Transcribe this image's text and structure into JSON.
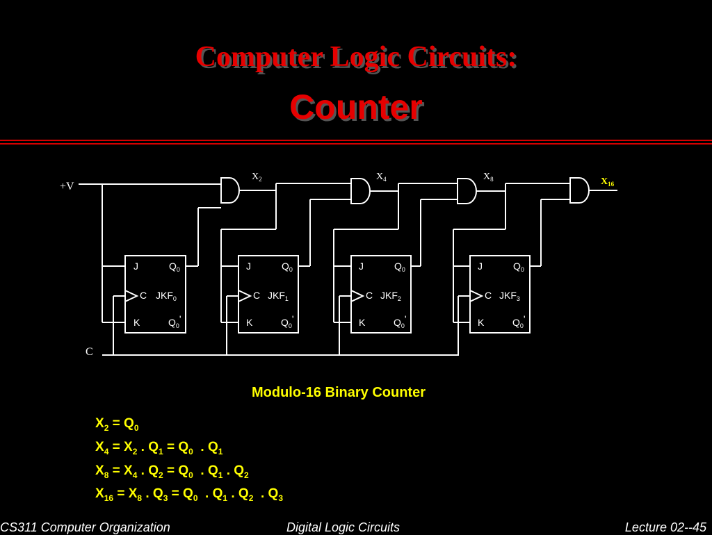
{
  "title_line1": "Computer Logic Circuits:",
  "title_line2": "Counter",
  "labels": {
    "plus_v": "+V",
    "clock": "C",
    "x2_main": "X",
    "x2_sub": "2",
    "x4_main": "X",
    "x4_sub": "4",
    "x8_main": "X",
    "x8_sub": "8",
    "x16_main": "X",
    "x16_sub": "16"
  },
  "flipflops": [
    {
      "j": "J",
      "q": "Q",
      "q_sub": "0",
      "c": "C",
      "name": "JKF",
      "name_sub": "0",
      "k": "K",
      "qn": "Q",
      "qn_sub": "0",
      "qn_mark": "'"
    },
    {
      "j": "J",
      "q": "Q",
      "q_sub": "0",
      "c": "C",
      "name": "JKF",
      "name_sub": "1",
      "k": "K",
      "qn": "Q",
      "qn_sub": "0",
      "qn_mark": "'"
    },
    {
      "j": "J",
      "q": "Q",
      "q_sub": "0",
      "c": "C",
      "name": "JKF",
      "name_sub": "2",
      "k": "K",
      "qn": "Q",
      "qn_sub": "0",
      "qn_mark": "'"
    },
    {
      "j": "J",
      "q": "Q",
      "q_sub": "0",
      "c": "C",
      "name": "JKF",
      "name_sub": "3",
      "k": "K",
      "qn": "Q",
      "qn_sub": "0",
      "qn_mark": "'"
    }
  ],
  "caption": "Modulo-16 Binary Counter",
  "equations": [
    [
      [
        "X",
        ""
      ],
      [
        "2",
        "sub"
      ],
      [
        " = Q",
        ""
      ],
      [
        "0",
        "sub"
      ]
    ],
    [
      [
        "X",
        ""
      ],
      [
        "4",
        "sub"
      ],
      [
        " = X",
        ""
      ],
      [
        "2",
        "sub"
      ],
      [
        " . Q",
        ""
      ],
      [
        "1",
        "sub"
      ],
      [
        " = Q",
        ""
      ],
      [
        "0",
        "sub"
      ],
      [
        "  . Q",
        ""
      ],
      [
        "1",
        "sub"
      ]
    ],
    [
      [
        "X",
        ""
      ],
      [
        "8",
        "sub"
      ],
      [
        " = X",
        ""
      ],
      [
        "4",
        "sub"
      ],
      [
        " . Q",
        ""
      ],
      [
        "2",
        "sub"
      ],
      [
        " = Q",
        ""
      ],
      [
        "0",
        "sub"
      ],
      [
        "  . Q",
        ""
      ],
      [
        "1",
        "sub"
      ],
      [
        " . Q",
        ""
      ],
      [
        "2",
        "sub"
      ]
    ],
    [
      [
        "X",
        ""
      ],
      [
        "16",
        "sub"
      ],
      [
        " = X",
        ""
      ],
      [
        "8",
        "sub"
      ],
      [
        " . Q",
        ""
      ],
      [
        "3",
        "sub"
      ],
      [
        " = Q",
        ""
      ],
      [
        "0",
        "sub"
      ],
      [
        "  . Q",
        ""
      ],
      [
        "1",
        "sub"
      ],
      [
        " . Q",
        ""
      ],
      [
        "2",
        "sub"
      ],
      [
        "  . Q",
        ""
      ],
      [
        "3",
        "sub"
      ]
    ]
  ],
  "footer": {
    "left": "CS311 Computer Organization",
    "center": "Digital  Logic Circuits",
    "right": "Lecture 02--45"
  },
  "colors": {
    "background": "#000000",
    "title": "#e60000",
    "wire": "#ffffff",
    "caption": "#ffff00",
    "x16_label": "#ffff00"
  }
}
